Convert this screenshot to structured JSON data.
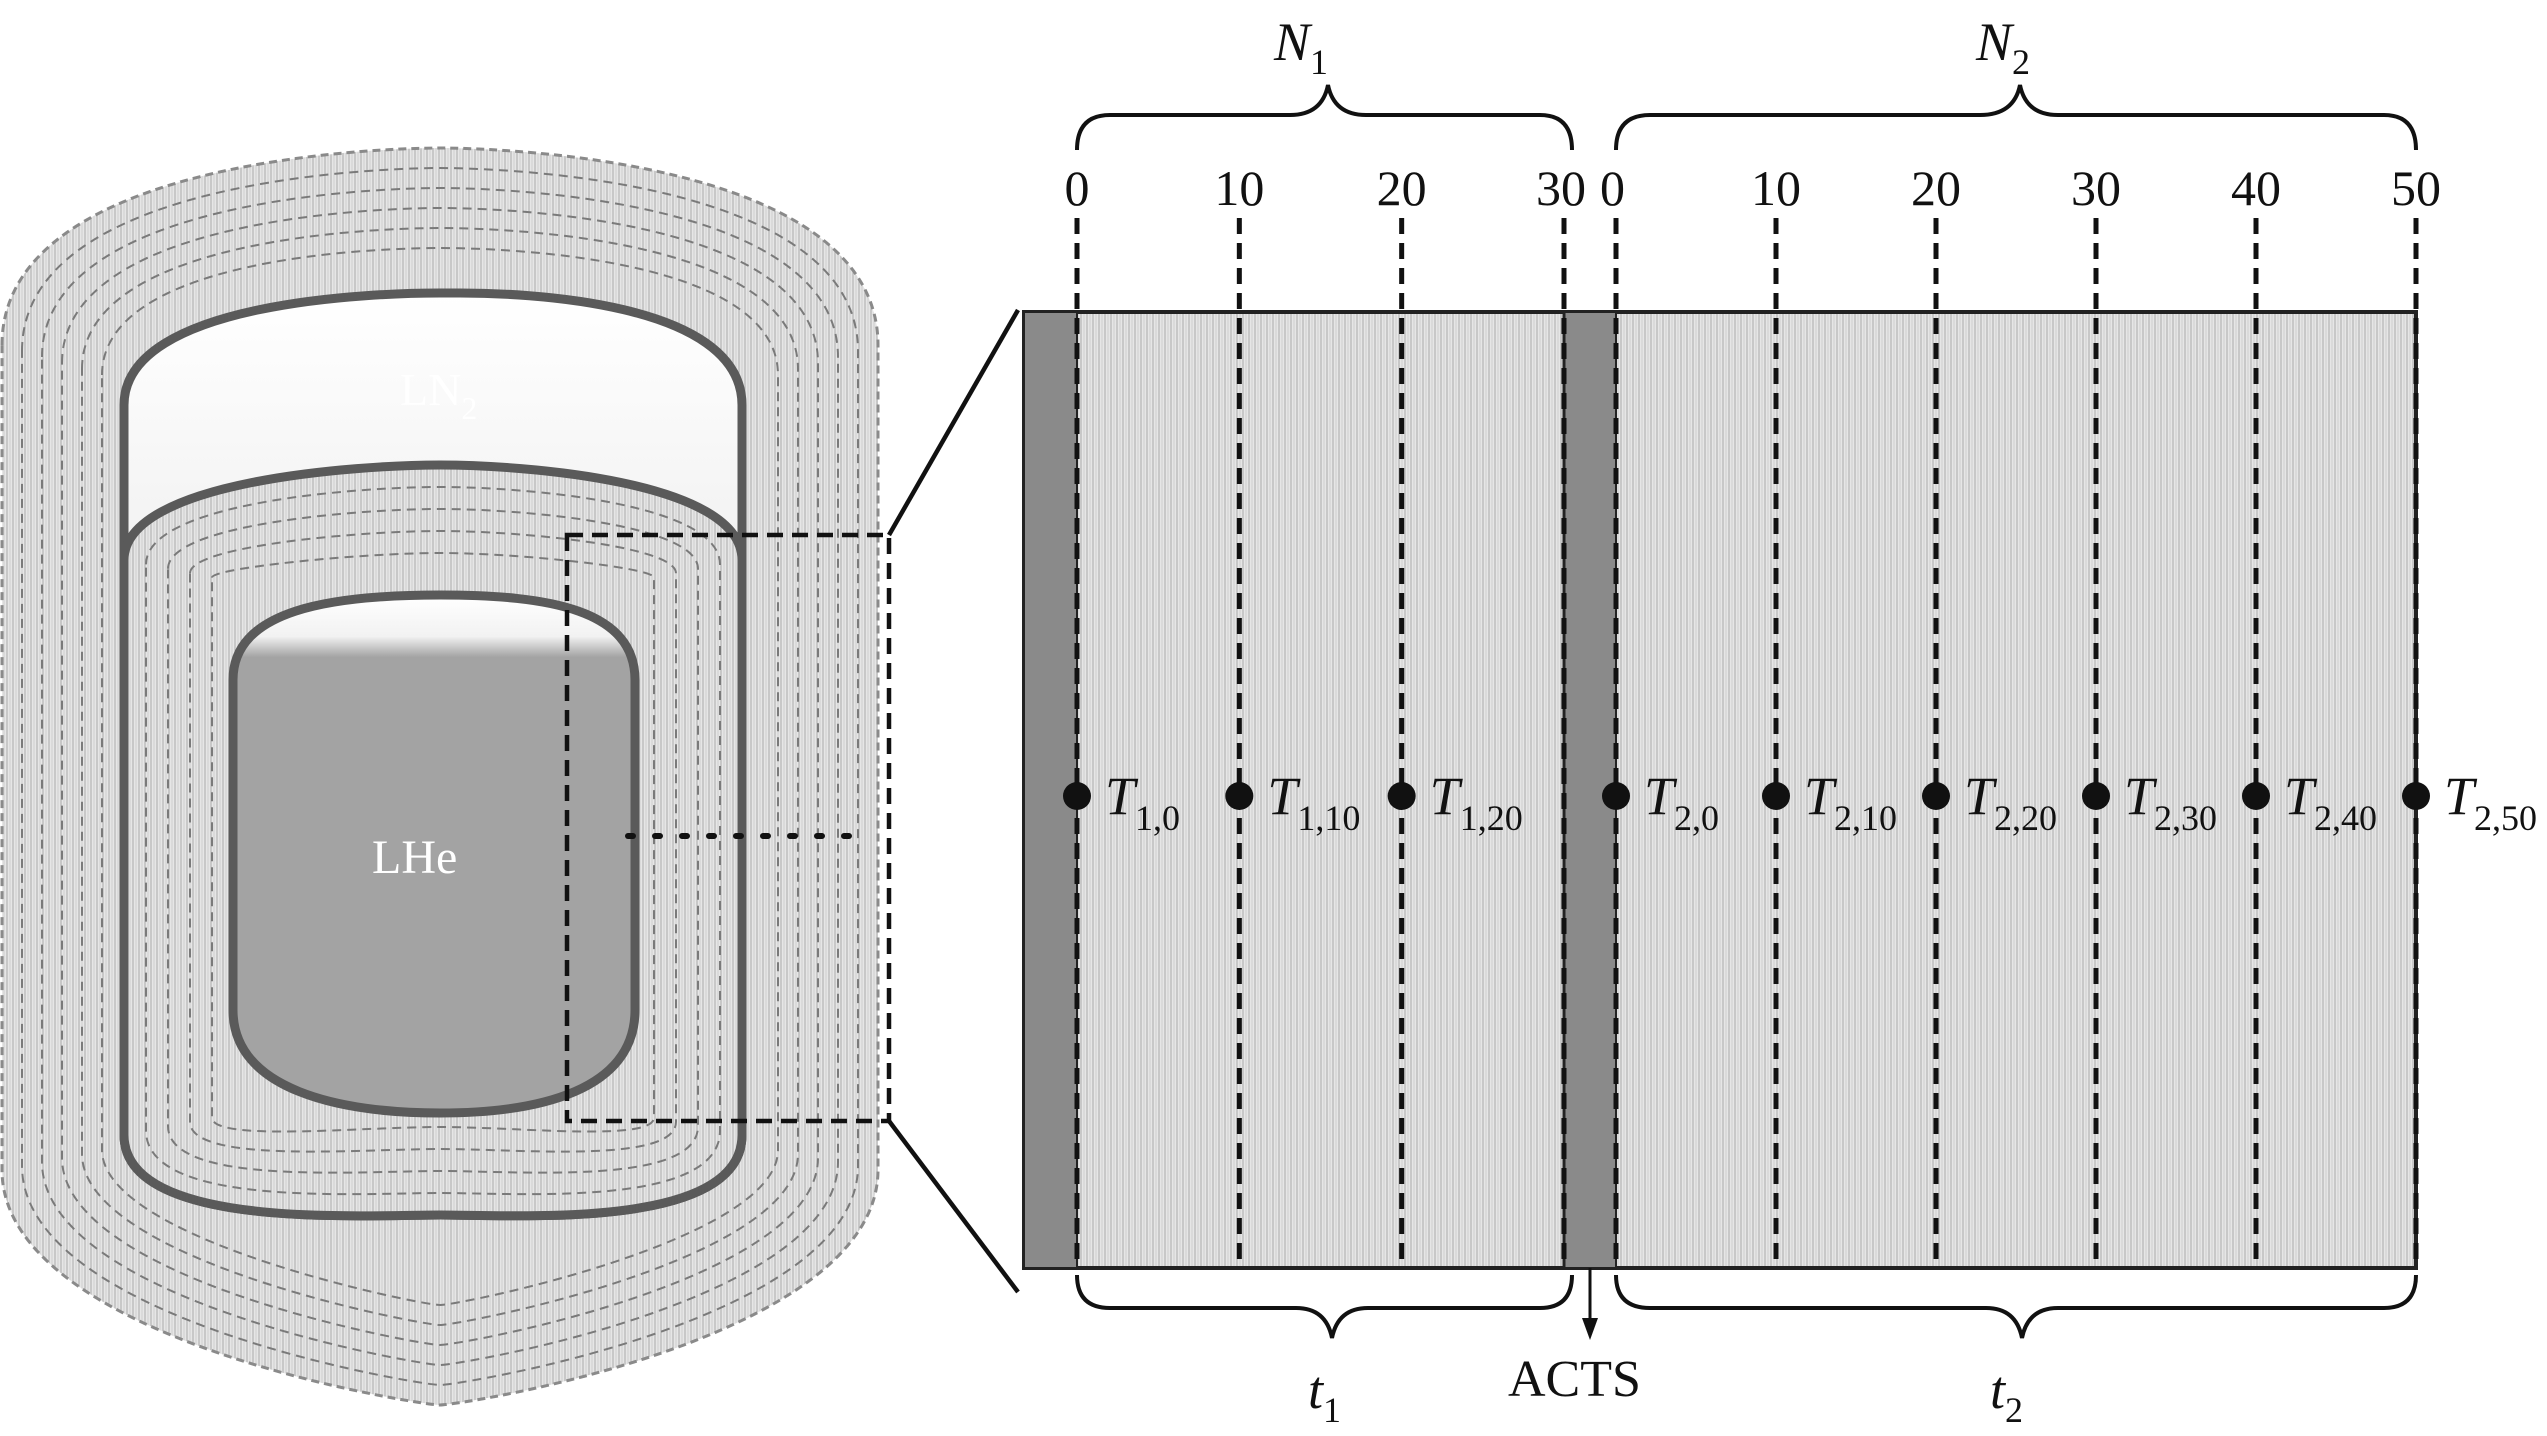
{
  "tank": {
    "outer_label_main": "LN",
    "outer_label_sub": "2",
    "inner_label": "LHe"
  },
  "section1": {
    "brace_label_main": "N",
    "brace_label_sub": "1",
    "bottom_label_main": "t",
    "bottom_label_sub": "1",
    "ticks": [
      "0",
      "10",
      "20",
      "30"
    ],
    "sensors": [
      {
        "main": "T",
        "sub": "1,0"
      },
      {
        "main": "T",
        "sub": "1,10"
      },
      {
        "main": "T",
        "sub": "1,20"
      }
    ]
  },
  "section2": {
    "brace_label_main": "N",
    "brace_label_sub": "2",
    "bottom_label_main": "t",
    "bottom_label_sub": "2",
    "ticks": [
      "0",
      "10",
      "20",
      "30",
      "40",
      "50"
    ],
    "sensors": [
      {
        "main": "T",
        "sub": "2,0"
      },
      {
        "main": "T",
        "sub": "2,10"
      },
      {
        "main": "T",
        "sub": "2,20"
      },
      {
        "main": "T",
        "sub": "2,30"
      },
      {
        "main": "T",
        "sub": "2,40"
      },
      {
        "main": "T",
        "sub": "2,50"
      }
    ]
  },
  "acts_label": "ACTS",
  "colors": {
    "liquid": "#a3a3a3",
    "wall": "#5a5a5a",
    "insulation": "#d6d6d6",
    "spacer": "#8a8a8a"
  }
}
